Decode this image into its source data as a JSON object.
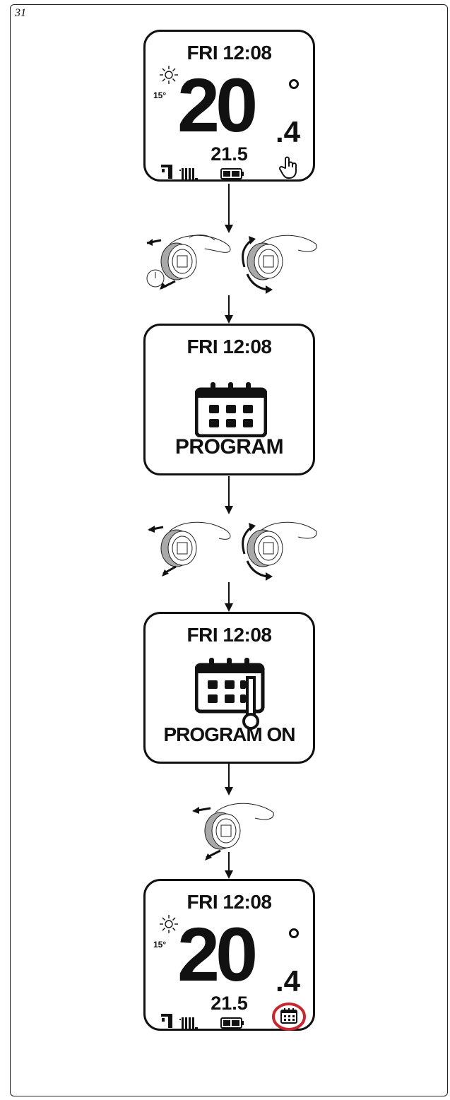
{
  "figure_number": "31",
  "screens": [
    {
      "time": "FRI 12:08",
      "outdoor": "15°",
      "temp_main": "20",
      "temp_decimal": ".4",
      "setpoint": "21.5",
      "status_icon": "hand-manual-icon"
    },
    {
      "time": "FRI 12:08",
      "icon": "calendar-icon",
      "label": "PROGRAM"
    },
    {
      "time": "FRI 12:08",
      "icon": "calendar-thermometer-icon",
      "label": "PROGRAM ON"
    },
    {
      "time": "FRI 12:08",
      "outdoor": "15°",
      "temp_main": "20",
      "temp_decimal": ".4",
      "setpoint": "21.5",
      "status_icon": "calendar-highlighted-icon"
    }
  ],
  "colors": {
    "highlight": "#c8272d",
    "knob_gray": "#a9a9a9"
  }
}
